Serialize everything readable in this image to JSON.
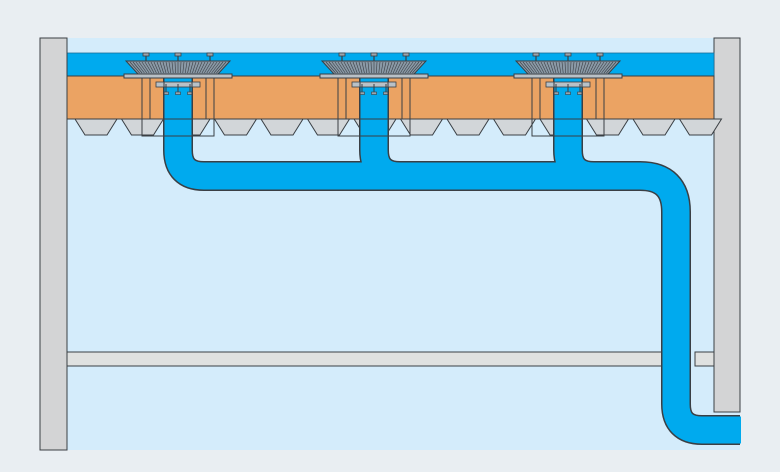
{
  "diagram": {
    "kind": "siphonic roof drainage cross-section",
    "roof_outlets": 3,
    "colors": {
      "page_background": "#e9eef2",
      "interior": "#d4ecfb",
      "water_pipe": "#00aaee",
      "roof_deck": "#eba363",
      "wall": "#d3d4d5",
      "beam": "#dfe1e0",
      "outline": "#3a3f44"
    },
    "components": {
      "roof_membrane_water_layer": {
        "icon": "water-layer"
      },
      "roof_deck": {
        "icon": "insulation-slab"
      },
      "outlets": [
        {
          "icon": "siphonic-roof-outlet"
        },
        {
          "icon": "siphonic-roof-outlet"
        },
        {
          "icon": "siphonic-roof-outlet"
        }
      ],
      "collector_pipe": {
        "icon": "horizontal-collector-pipe"
      },
      "downpipe": {
        "icon": "vertical-downpipe"
      },
      "support_beam": {
        "icon": "steel-beam"
      },
      "ceiling_lights": {
        "count": 14,
        "icon": "pendant-light"
      }
    }
  }
}
